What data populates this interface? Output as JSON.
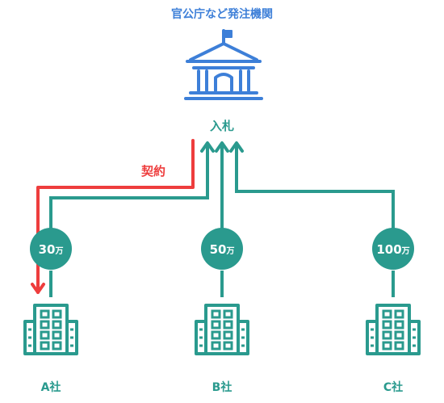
{
  "title": "官公庁など発注機関",
  "center_label": "入札",
  "contract_label": "契約",
  "bids": [
    {
      "amount": "30",
      "unit": "万"
    },
    {
      "amount": "50",
      "unit": "万"
    },
    {
      "amount": "100",
      "unit": "万"
    }
  ],
  "companies": [
    "A社",
    "B社",
    "C社"
  ],
  "colors": {
    "blue": "#3d7fd8",
    "teal": "#2a9a8e",
    "red": "#ee3d3d",
    "white": "#ffffff"
  },
  "icons": {
    "agency": "government-building-icon",
    "company": "office-building-icon"
  }
}
